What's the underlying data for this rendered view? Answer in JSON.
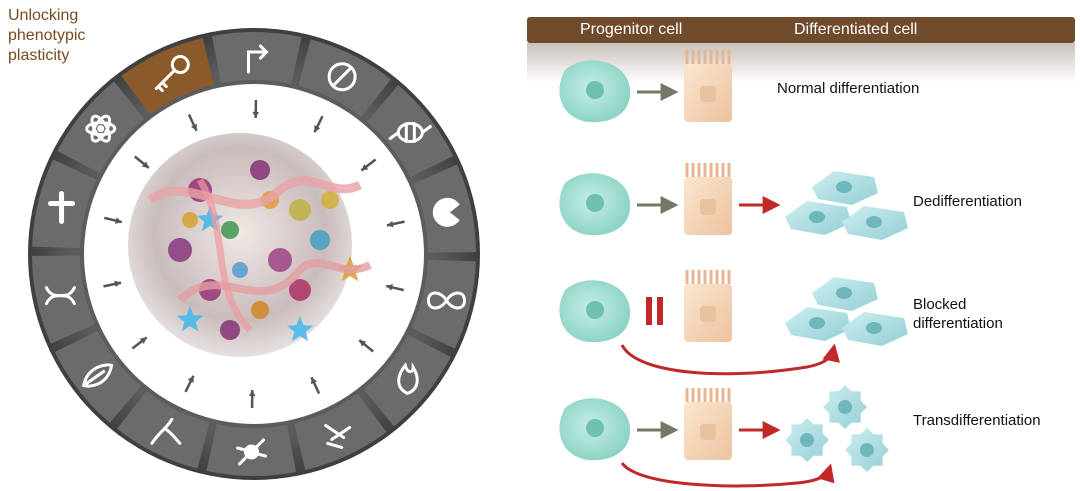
{
  "title": {
    "lines": [
      "Unlocking",
      "phenotypic",
      "plasticity"
    ]
  },
  "header": {
    "progenitor": "Progenitor cell",
    "differentiated": "Differentiated cell"
  },
  "rows": [
    {
      "id": "normal",
      "label_lines": [
        "Normal differentiation"
      ]
    },
    {
      "id": "dedifferentiation",
      "label_lines": [
        "Dedifferentiation"
      ]
    },
    {
      "id": "blocked",
      "label_lines": [
        "Blocked",
        "differentiation"
      ]
    },
    {
      "id": "transdifferentiation",
      "label_lines": [
        "Transdifferentiation"
      ]
    }
  ],
  "colors": {
    "ring": "#5a5a5a",
    "highlight_segment": "#8b5a2b",
    "header": "#6f4a2b",
    "title": "#7a4a22",
    "progenitor_cell": "#9fdcd0",
    "differentiated_cell": "#f3d3b2",
    "red_arrow": "#c0282a",
    "gray_arrow": "#777766"
  },
  "wheel_icons": [
    "key-icon",
    "turn-arrow-icon",
    "prohibited-icon",
    "microbe-icon",
    "pac-man-cell-icon",
    "infinity-icon",
    "fire-icon",
    "bones-icon",
    "neuron-icon",
    "branching-vessel-icon",
    "leaf-icon",
    "dna-icon",
    "cross-icon",
    "atom-icon"
  ]
}
